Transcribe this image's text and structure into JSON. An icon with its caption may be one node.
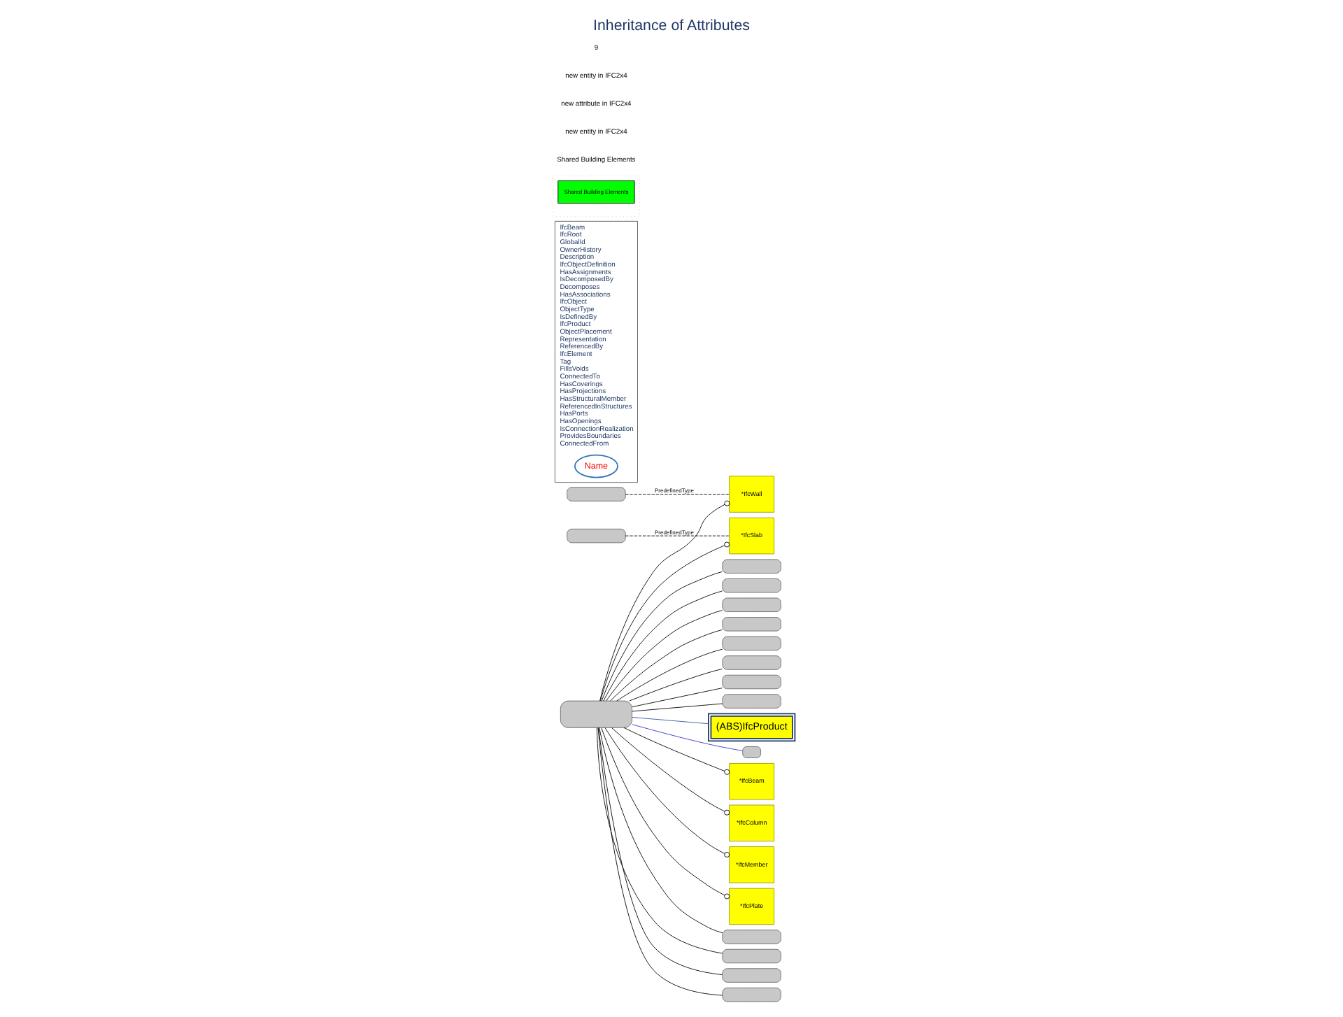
{
  "diagram": {
    "title": "Inheritance of Attributes",
    "nodes": [
      {
        "text": [
          "(ABS)IfcProduct"
        ]
      },
      {
        "text": [],
        "shape": "box"
      },
      {
        "text": [],
        "shape": "box"
      },
      {
        "text": [
          "*IfcBeam"
        ]
      },
      {
        "text": [
          "*IfcColumn"
        ]
      },
      {
        "text": [
          "*IfcMember"
        ]
      },
      {
        "text": [
          "*IfcPlate"
        ]
      },
      {
        "text": [
          "*IfcWall"
        ]
      },
      {
        "text": [
          "*IfcSlab"
        ]
      },
      {
        "text": [],
        "shape": "box"
      },
      {
        "text": [],
        "shape": "box"
      },
      {
        "text": [],
        "shape": "box"
      },
      {
        "text": [],
        "shape": "box"
      },
      {
        "text": [],
        "shape": "box"
      },
      {
        "text": [],
        "shape": "box"
      },
      {
        "text": [],
        "shape": "box"
      },
      {
        "text": [],
        "shape": "box"
      },
      {
        "text": [],
        "shape": "box"
      },
      {
        "text": [],
        "shape": "box"
      },
      {
        "text": [],
        "shape": "box"
      },
      {
        "text": [],
        "shape": "box"
      },
      {
        "text": [],
        "shape": "box"
      },
      {
        "text": [],
        "shape": "box"
      },
      {
        "text": [
          "IfcBeam",
          "IfcRoot",
          "GlobalId OwnerHistory",
          "Description",
          "IfcObjectDefinition",
          "HasAssignments IsDecomposedBy Decomposes HasAssociations",
          "IfcObject",
          "ObjectType IsDefinedBy",
          "IfcProduct",
          "ObjectPlacement Representation ReferencedBy",
          "IfcElement",
          "Tag FillsVoids ConnectedTo HasCoverings HasProjections HasStructuralMember ReferencedInStructures HasPorts HasOpenings IsConnectionRealization ProvidesBoundaries ConnectedFrom"
        ]
      },
      {
        "text": [
          "Name"
        ],
        "in": 23
      },
      {
        "text": [],
        "shape": "picture"
      },
      {
        "text": [
          "Shared Building Elements"
        ],
        "in": 25
      }
    ],
    "edges": [
      {
        "from": 1,
        "to": 0,
        "arrow": "none",
        "color": "#2f5597"
      },
      {
        "from": 1,
        "to": 2,
        "arrow": "none",
        "color": "#3333cc"
      },
      {
        "from": 1,
        "to": 3,
        "arrow": "other"
      },
      {
        "from": 1,
        "to": 4,
        "arrow": "other"
      },
      {
        "from": 1,
        "to": 5,
        "arrow": "other"
      },
      {
        "from": 1,
        "to": 6,
        "arrow": "other"
      },
      {
        "from": 1,
        "to": 7,
        "arrow": "other"
      },
      {
        "from": 1,
        "to": 8,
        "arrow": "other"
      },
      {
        "from": 1,
        "to": 9,
        "arrow": "none"
      },
      {
        "from": 1,
        "to": 10,
        "arrow": "none"
      },
      {
        "from": 1,
        "to": 11,
        "arrow": "none"
      },
      {
        "from": 1,
        "to": 12,
        "arrow": "none"
      },
      {
        "from": 1,
        "to": 13,
        "arrow": "none"
      },
      {
        "from": 1,
        "to": 14,
        "arrow": "none"
      },
      {
        "from": 1,
        "to": 15,
        "arrow": "none"
      },
      {
        "from": 1,
        "to": 16,
        "arrow": "none"
      },
      {
        "from": 1,
        "to": 17,
        "arrow": "none"
      },
      {
        "from": 1,
        "to": 18,
        "arrow": "none"
      },
      {
        "from": 1,
        "to": 19,
        "arrow": "none"
      },
      {
        "from": 1,
        "to": 20,
        "arrow": "none"
      },
      {
        "from": 21,
        "to": 7,
        "arrow": "none",
        "style": "dashed",
        "label": "PredefinedType"
      },
      {
        "from": 22,
        "to": 8,
        "arrow": "none",
        "style": "dashed",
        "label": "PredefinedType"
      }
    ],
    "labels": [
      "Shared Building Elements",
      "new entity in IFC2x4",
      "new attribute in IFC2x4",
      "new entity in IFC2x4",
      "9"
    ]
  }
}
